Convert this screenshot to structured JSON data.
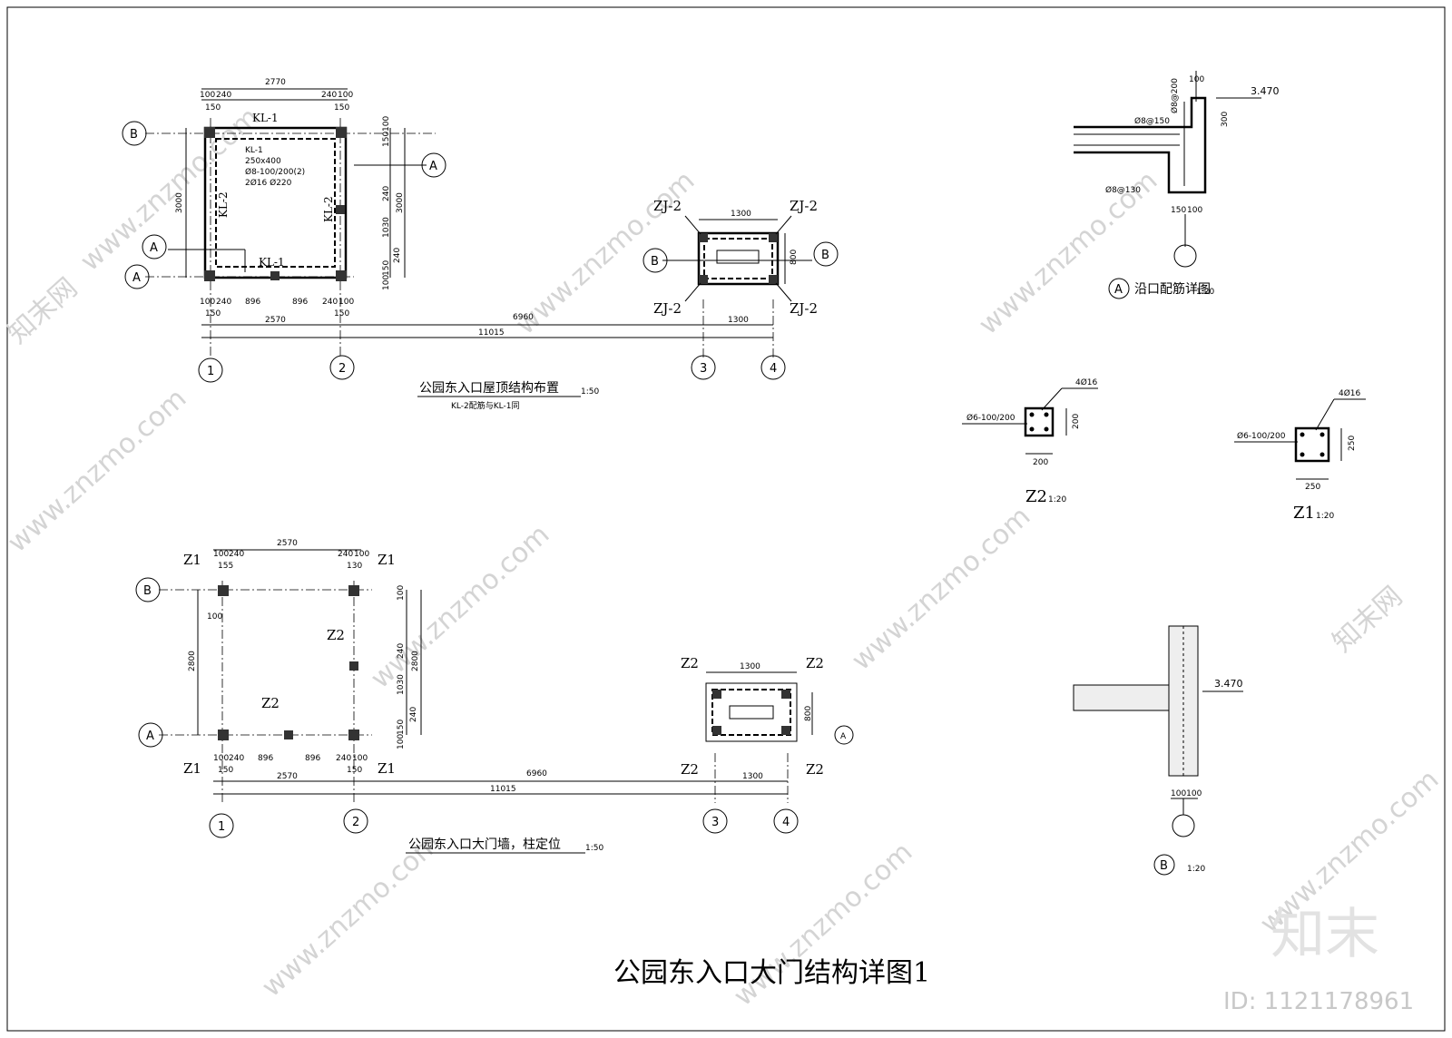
{
  "title": "公园东入口大门结构详图1",
  "watermark": {
    "brand": "知末",
    "id": "ID: 1121178961",
    "site": "www.znzmo.com",
    "site_cn": "知末网"
  },
  "plan1": {
    "title": "公园东入口屋顶结构布置",
    "scale": "1:50",
    "note": "KL-2配筋与KL-1同",
    "beams": {
      "kl1": "KL-1",
      "kl2": "KL-2"
    },
    "beam_spec": [
      "KL-1",
      "250x400",
      "Ø8-100/200(2)",
      "2Ø16 Ø220"
    ],
    "zj": "ZJ-2",
    "dims_top": {
      "total": "2770",
      "a": "100",
      "b": "240",
      "c": "240",
      "d": "100",
      "e": "150",
      "f": "150"
    },
    "dims_bottom": {
      "a": "100",
      "b": "240",
      "c": "896",
      "d": "896",
      "e": "240",
      "f": "100",
      "g": "150",
      "h": "2570",
      "i": "150",
      "j": "6960",
      "k": "1300",
      "total": "11015"
    },
    "dims_right": {
      "a": "150",
      "b": "100",
      "c": "240",
      "d": "1030",
      "e": "240",
      "f": "100",
      "g": "150",
      "total": "3000"
    },
    "dims_left": "3000",
    "dims_small": {
      "w": "1300",
      "h": "800"
    }
  },
  "plan2": {
    "title": "公园东入口大门墙，柱定位",
    "scale": "1:50",
    "z1": "Z1",
    "z2": "Z2",
    "dims_top": {
      "total": "2570",
      "a": "100",
      "b": "240",
      "c": "240",
      "d": "100",
      "e": "155",
      "f": "130"
    },
    "dims_bottom": {
      "a": "100",
      "b": "240",
      "c": "896",
      "d": "896",
      "e": "240",
      "f": "100",
      "g": "150",
      "h": "2570",
      "i": "150",
      "j": "6960",
      "k": "1300",
      "total": "11015"
    },
    "dims_right": {
      "a": "100",
      "b": "240",
      "c": "1030",
      "d": "240",
      "e": "100",
      "f": "150",
      "total": "2800"
    },
    "dims_left": {
      "total": "2800",
      "a": "100"
    },
    "dims_small": {
      "w": "1300",
      "h": "800"
    }
  },
  "axes": {
    "a": "A",
    "b": "B",
    "n1": "1",
    "n2": "2",
    "n3": "3",
    "n4": "4"
  },
  "detail_a": {
    "title": "沿口配筋详图",
    "scale": "1:20",
    "mark": "A",
    "level": "3.470",
    "rebar": [
      "Ø8@200",
      "Ø8@150",
      "Ø8@130"
    ],
    "dims": {
      "top": "100",
      "h": "300",
      "b1": "150",
      "b2": "100"
    }
  },
  "detail_z2": {
    "name": "Z2",
    "scale": "1:20",
    "bars": "4Ø16",
    "stirrup": "Ø6-100/200",
    "w": "200",
    "h": "200"
  },
  "detail_z1": {
    "name": "Z1",
    "scale": "1:20",
    "bars": "4Ø16",
    "stirrup": "Ø6-100/200",
    "w": "250",
    "h": "250"
  },
  "detail_b": {
    "mark": "B",
    "scale": "1:20",
    "level": "3.470",
    "dims": "100100"
  }
}
